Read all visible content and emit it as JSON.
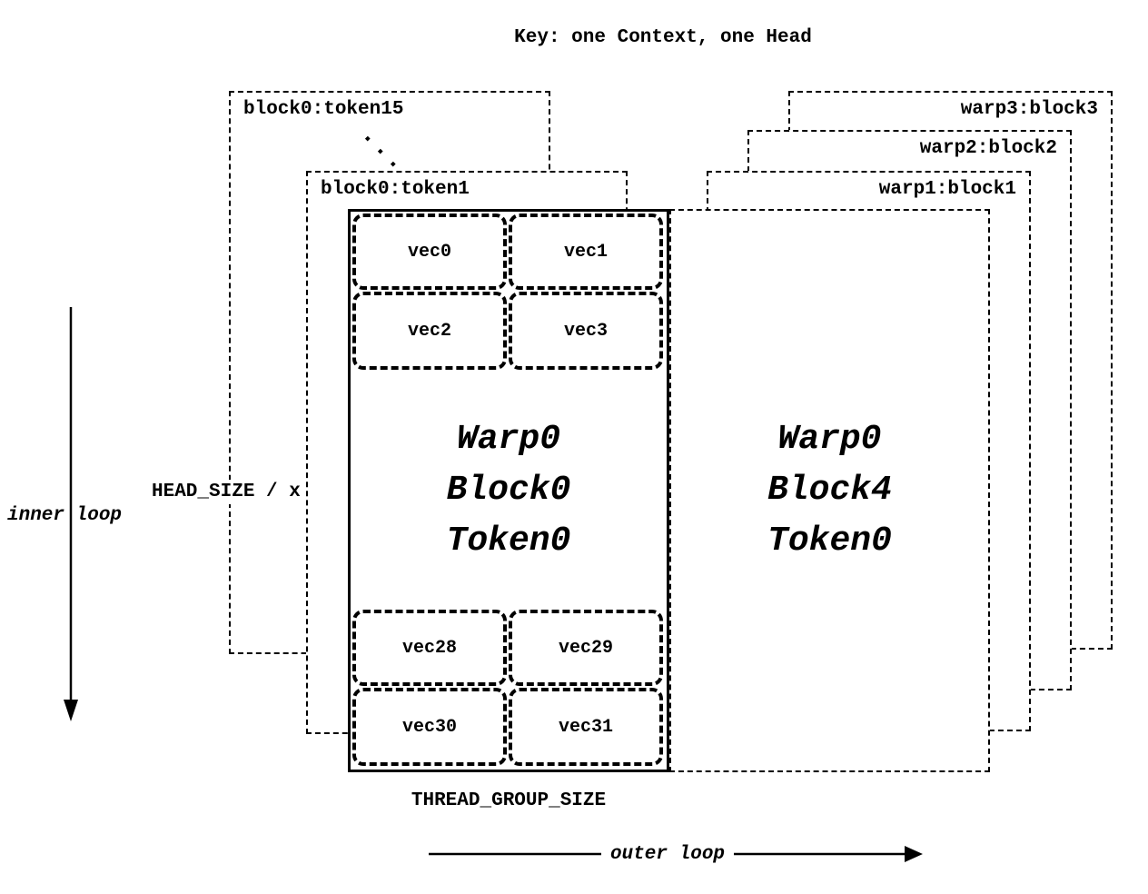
{
  "title": "Key: one Context, one Head",
  "stack_left": {
    "back": {
      "label": "block0:token15"
    },
    "ellipsis": "...",
    "front": {
      "label": "block0:token1"
    }
  },
  "stack_right": [
    {
      "label": "warp3:block3"
    },
    {
      "label": "warp2:block2"
    },
    {
      "label": "warp1:block1"
    }
  ],
  "main_block": {
    "top_vecs": [
      "vec0",
      "vec1",
      "vec2",
      "vec3"
    ],
    "label_lines": [
      "Warp0",
      "Block0",
      "Token0"
    ],
    "bottom_vecs": [
      "vec28",
      "vec29",
      "vec30",
      "vec31"
    ]
  },
  "right_block": {
    "label_lines": [
      "Warp0",
      "Block4",
      "Token0"
    ]
  },
  "annotations": {
    "head_size": "HEAD_SIZE / x",
    "inner_loop": "inner loop",
    "thread_group_size": "THREAD_GROUP_SIZE",
    "outer_loop": "outer loop"
  }
}
